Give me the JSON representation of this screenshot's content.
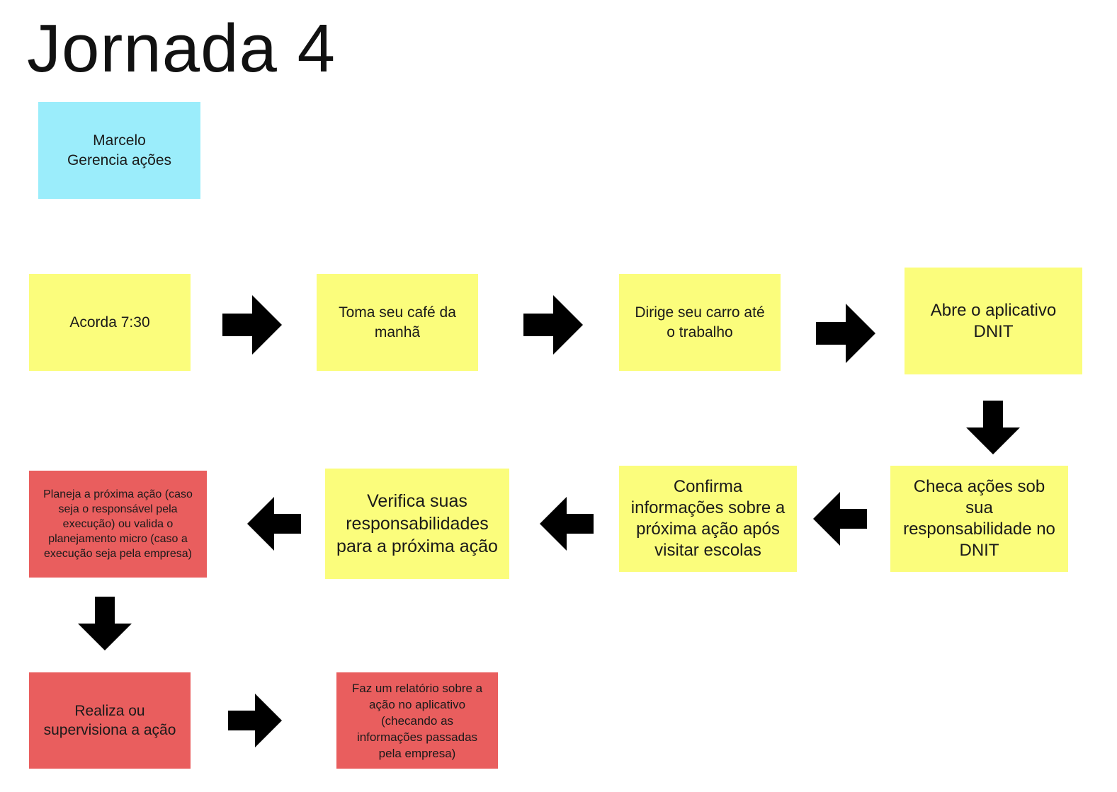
{
  "title": "Jornada 4",
  "colors": {
    "persona": "#9bedfb",
    "step": "#fbfd7c",
    "highlight": "#e95e5e",
    "arrow": "#000000"
  },
  "persona": {
    "text": "Marcelo\nGerencia ações"
  },
  "steps": [
    {
      "id": "acorda",
      "text": "Acorda 7:30"
    },
    {
      "id": "cafe",
      "text": "Toma seu café da\nmanhã"
    },
    {
      "id": "dirige",
      "text": "Dirige seu carro até\no trabalho"
    },
    {
      "id": "abre",
      "text": "Abre o aplicativo\nDNIT"
    },
    {
      "id": "checa",
      "text": "Checa ações sob sua\nresponsabilidade no\nDNIT"
    },
    {
      "id": "confirma",
      "text": "Confirma\ninformações sobre a\npróxima ação após\nvisitar escolas"
    },
    {
      "id": "verifica",
      "text": "Verifica suas\nresponsabilidades\npara a próxima ação"
    },
    {
      "id": "planeja",
      "text": "Planeja a próxima ação (caso\nseja o responsável pela\nexecução) ou valida o\nplanejamento micro (caso a\nexecução seja pela empresa)"
    },
    {
      "id": "realiza",
      "text": "Realiza ou\nsupervisiona a ação"
    },
    {
      "id": "relatorio",
      "text": "Faz um relatório sobre a\nação no aplicativo\n(checando as\ninformações passadas\npela empresa)"
    }
  ],
  "arrows": [
    {
      "from": "acorda",
      "to": "cafe",
      "direction": "right"
    },
    {
      "from": "cafe",
      "to": "dirige",
      "direction": "right"
    },
    {
      "from": "dirige",
      "to": "abre",
      "direction": "right"
    },
    {
      "from": "abre",
      "to": "checa",
      "direction": "down"
    },
    {
      "from": "checa",
      "to": "confirma",
      "direction": "left"
    },
    {
      "from": "confirma",
      "to": "verifica",
      "direction": "left"
    },
    {
      "from": "verifica",
      "to": "planeja",
      "direction": "left"
    },
    {
      "from": "planeja",
      "to": "realiza",
      "direction": "down"
    },
    {
      "from": "realiza",
      "to": "relatorio",
      "direction": "right"
    }
  ]
}
